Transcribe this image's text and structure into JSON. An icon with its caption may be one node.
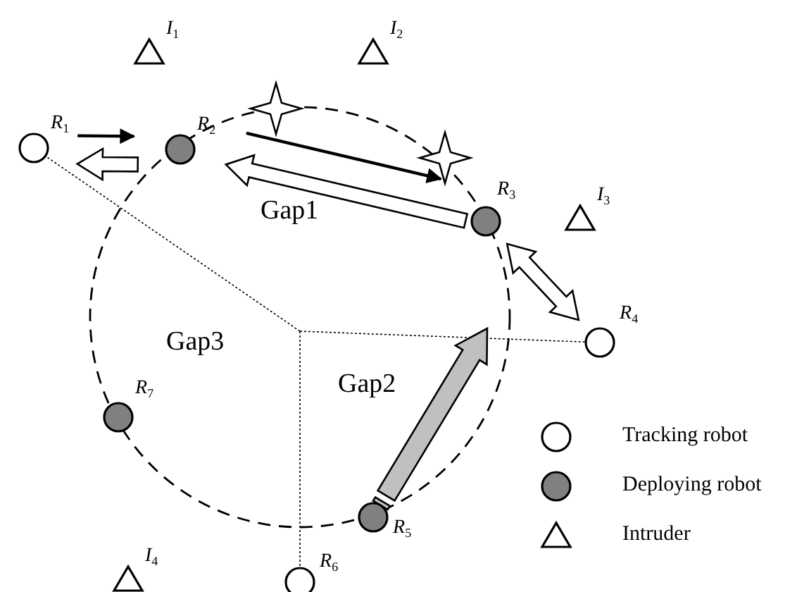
{
  "diagram": {
    "nodes": [
      {
        "text": [
          "*I*$_{1}$"
        ]
      },
      {
        "text": [
          "*I*$_{2}$"
        ]
      },
      {
        "text": [
          "*R*$_{1}$"
        ]
      },
      {
        "text": [
          "*R*$_{2}$"
        ]
      },
      {
        "text": [
          "*R*$_{3}$"
        ]
      },
      {
        "text": [
          "*I*$_{3}$"
        ]
      },
      {
        "text": [
          "*R*$_{4}$"
        ]
      },
      {
        "text": [
          "*R*$_{7}$"
        ]
      },
      {
        "text": [
          "*R*$_{5}$"
        ]
      },
      {
        "text": [
          "*I*$_{4}$"
        ]
      },
      {
        "text": [
          "*R*$_{6}$"
        ]
      }
    ],
    "edges": [
      {
        "from": 2,
        "to": 3,
        "arrow": "to"
      },
      {
        "from": 3,
        "to": 2,
        "arrow": "to",
        "style": "thick"
      },
      {
        "from": 3,
        "to": 4,
        "arrow": "to"
      },
      {
        "from": 4,
        "to": 3,
        "arrow": "to",
        "style": "thick"
      },
      {
        "from": 4,
        "to": 6,
        "arrow": "both",
        "style": "thick"
      },
      {
        "from": 8,
        "to": null,
        "arrow": "to",
        "style": "thick",
        "color": "#c0c0c0"
      }
    ],
    "labels": [
      "Gap1",
      "Gap3",
      "Gap2"
    ],
    "legend": [
      {
        "text": "Tracking robot"
      },
      {
        "text": "Deploying robot"
      },
      {
        "text": "Intruder"
      }
    ]
  }
}
